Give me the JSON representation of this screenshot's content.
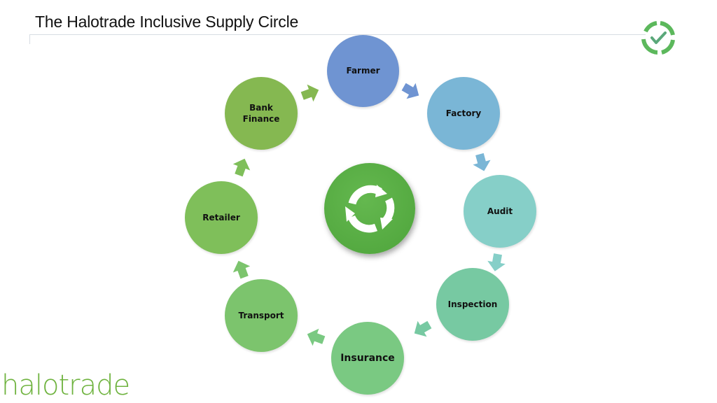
{
  "header": {
    "title": "The Halotrade Inclusive Supply Circle"
  },
  "brand": {
    "logo_text": "halotrade",
    "badge_icon": "check-circle-icon",
    "color": "#6fb33f"
  },
  "center": {
    "icon": "cycle-arrows-icon",
    "color": "#56ab42"
  },
  "nodes": [
    {
      "label": "Farmer",
      "color": "#6f94d2"
    },
    {
      "label": "Factory",
      "color": "#7ab6d6"
    },
    {
      "label": "Audit",
      "color": "#86cfc8"
    },
    {
      "label": "Inspection",
      "color": "#77c9a2"
    },
    {
      "label": "Insurance",
      "color": "#7ac982"
    },
    {
      "label": "Transport",
      "color": "#7cc46d"
    },
    {
      "label": "Retailer",
      "color": "#7fbf5a"
    },
    {
      "label": "Bank Finance",
      "label_lines": [
        "Bank",
        "Finance"
      ],
      "color": "#85b851"
    }
  ],
  "arrows": [
    {
      "from": "Farmer",
      "to": "Factory",
      "color": "#6f94d2"
    },
    {
      "from": "Factory",
      "to": "Audit",
      "color": "#7ab6d6"
    },
    {
      "from": "Audit",
      "to": "Inspection",
      "color": "#86cfc8"
    },
    {
      "from": "Inspection",
      "to": "Insurance",
      "color": "#77c9a2"
    },
    {
      "from": "Insurance",
      "to": "Transport",
      "color": "#7ac982"
    },
    {
      "from": "Transport",
      "to": "Retailer",
      "color": "#7cc46d"
    },
    {
      "from": "Retailer",
      "to": "Bank Finance",
      "color": "#7fbf5a"
    },
    {
      "from": "Bank Finance",
      "to": "Farmer",
      "color": "#85b851"
    }
  ]
}
